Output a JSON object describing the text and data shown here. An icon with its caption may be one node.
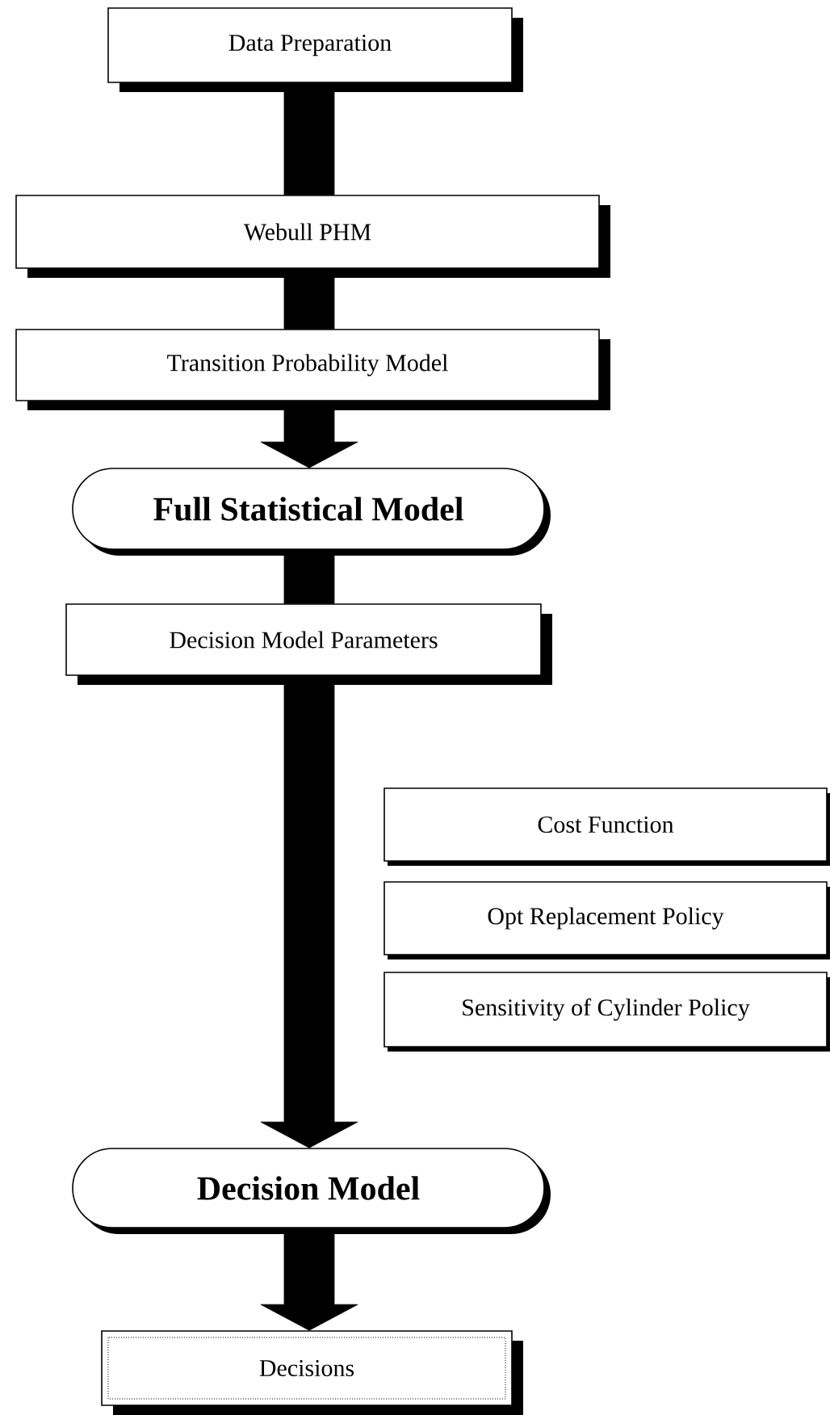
{
  "diagram": {
    "nodes": [
      {
        "text": [
          "Data Preparation"
        ]
      },
      {
        "text": [
          "Webull PHM"
        ]
      },
      {
        "text": [
          "Transition Probability Model"
        ]
      },
      {
        "text": [
          "Full Statistical Model"
        ]
      },
      {
        "text": [
          "Decision Model Parameters"
        ]
      },
      {
        "text": [
          "Cost Function"
        ]
      },
      {
        "text": [
          "Opt Replacement Policy"
        ]
      },
      {
        "text": [
          "Sensitivity of Cylinder Policy"
        ]
      },
      {
        "text": [
          "Decision Model"
        ]
      },
      {
        "text": [
          "Decisions"
        ]
      }
    ],
    "edges": [
      {
        "from": 0,
        "to": 1,
        "arrow": "none"
      },
      {
        "from": 1,
        "to": 2,
        "arrow": "none"
      },
      {
        "from": 2,
        "to": 3,
        "arrow": "to"
      },
      {
        "from": 3,
        "to": 4,
        "arrow": "none"
      },
      {
        "from": 4,
        "to": 8,
        "arrow": "to"
      },
      {
        "from": 8,
        "to": 9,
        "arrow": "to"
      }
    ]
  }
}
